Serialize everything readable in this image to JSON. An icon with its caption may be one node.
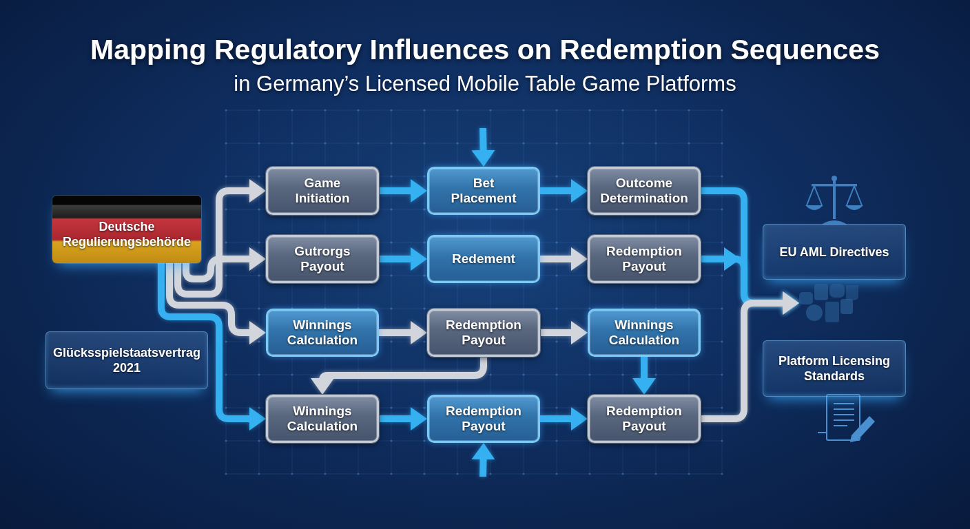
{
  "diagram": {
    "title": "Mapping Regulatory Influences on Redemption Sequences",
    "nodes": [
      {
        "text": [
          "Deutsche Regulierungsbehörde"
        ]
      },
      {
        "text": [
          "Glücksspielstaatsvertrag 2021"
        ]
      },
      {
        "text": [
          "Game Initiation"
        ]
      },
      {
        "text": [
          "Bet Placement"
        ]
      },
      {
        "text": [
          "Outcome Determination"
        ]
      },
      {
        "text": [
          "Gutrorgs Payout"
        ]
      },
      {
        "text": [
          "Redement"
        ]
      },
      {
        "text": [
          "Redemption Payout"
        ]
      },
      {
        "text": [
          "Winnings Calculation"
        ]
      },
      {
        "text": [
          "Redemption Payout"
        ]
      },
      {
        "text": [
          "Winnings Calculation"
        ]
      },
      {
        "text": [
          "Winnings Calculation"
        ]
      },
      {
        "text": [
          "Redemption Payout"
        ]
      },
      {
        "text": [
          "Redemption Payout"
        ]
      },
      {
        "text": [
          "EU AML Directives"
        ]
      },
      {
        "text": [
          "Platform Licensing Standards"
        ]
      },
      {
        "text": [],
        "shape": "picture"
      }
    ],
    "edges": [
      {
        "from": 0,
        "to": 2,
        "arrow": "to",
        "color": "#d2d6dc"
      },
      {
        "from": 0,
        "to": 5,
        "arrow": "to",
        "color": "#d2d6dc"
      },
      {
        "from": 0,
        "to": 8,
        "arrow": "to",
        "color": "#d2d6dc"
      },
      {
        "from": 0,
        "to": 11,
        "arrow": "to"
      },
      {
        "from": null,
        "to": 3,
        "arrow": "to"
      },
      {
        "from": 2,
        "to": 3,
        "arrow": "to"
      },
      {
        "from": 3,
        "to": 4,
        "arrow": "to"
      },
      {
        "from": 4,
        "to": 16,
        "arrow": "to"
      },
      {
        "from": 5,
        "to": 6,
        "arrow": "to"
      },
      {
        "from": 6,
        "to": 7,
        "arrow": "to",
        "color": "#d2d6dc"
      },
      {
        "from": 7,
        "to": 16,
        "arrow": "to"
      },
      {
        "from": 8,
        "to": 9,
        "arrow": "to",
        "color": "#d2d6dc"
      },
      {
        "from": 9,
        "to": 10,
        "arrow": "to",
        "color": "#d2d6dc"
      },
      {
        "from": 9,
        "to": 11,
        "arrow": "to",
        "color": "#d2d6dc"
      },
      {
        "from": 10,
        "to": 13,
        "arrow": "to"
      },
      {
        "from": 11,
        "to": 12,
        "arrow": "to"
      },
      {
        "from": 12,
        "to": 13,
        "arrow": "to"
      },
      {
        "from": 13,
        "to": 16,
        "arrow": "to",
        "color": "#d2d6dc"
      },
      {
        "from": null,
        "to": 12,
        "arrow": "to"
      }
    ],
    "labels": [
      "in Germany’s Licensed Mobile Table Game Platforms"
    ]
  }
}
